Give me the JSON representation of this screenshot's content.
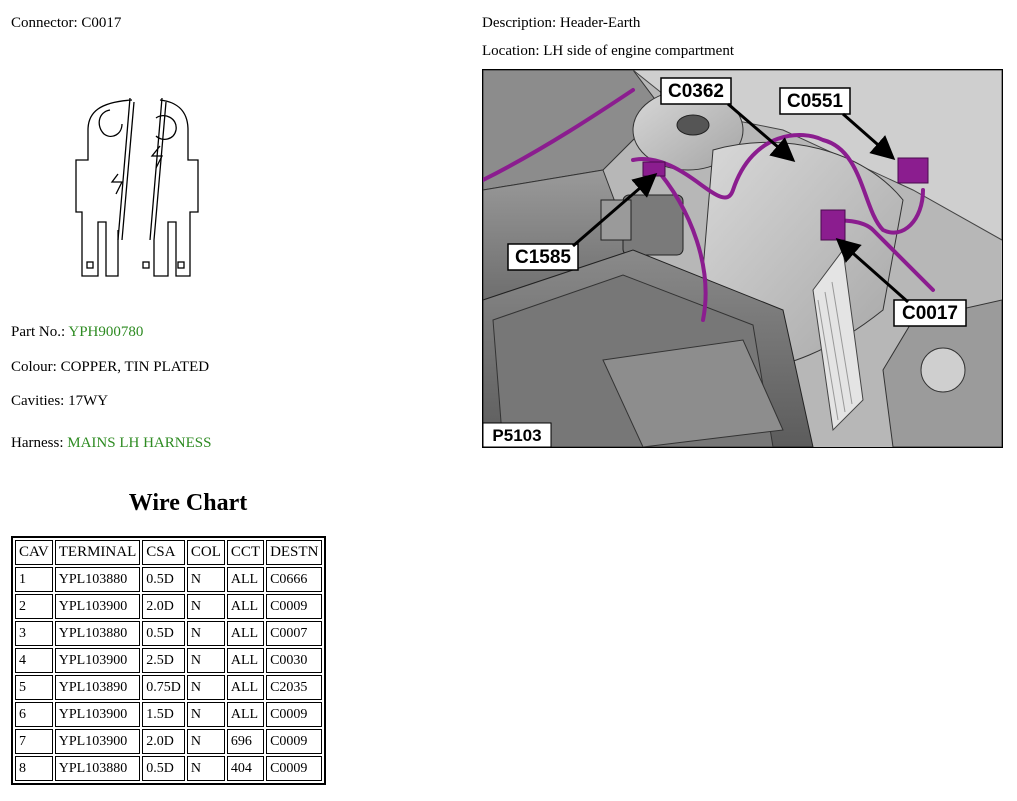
{
  "connector": {
    "label": "Connector:",
    "value": "C0017"
  },
  "description": {
    "label": "Description:",
    "value": "Header-Earth"
  },
  "location": {
    "label": "Location:",
    "value": "LH side of engine compartment"
  },
  "part": {
    "label": "Part No.:",
    "value": "YPH900780"
  },
  "colour": {
    "label": "Colour:",
    "value": "COPPER, TIN PLATED"
  },
  "cavities": {
    "label": "Cavities:",
    "value": "17WY"
  },
  "harness": {
    "label": "Harness:",
    "value": "MAINS LH HARNESS"
  },
  "photo": {
    "callouts": [
      "C0362",
      "C0551",
      "C1585",
      "C0017"
    ],
    "ref": "P5103",
    "harness_color": "#8b1d8f"
  },
  "wire_chart": {
    "title": "Wire Chart",
    "columns": [
      "CAV",
      "TERMINAL",
      "CSA",
      "COL",
      "CCT",
      "DESTN"
    ],
    "rows": [
      [
        "1",
        "YPL103880",
        "0.5D",
        "N",
        "ALL",
        "C0666"
      ],
      [
        "2",
        "YPL103900",
        "2.0D",
        "N",
        "ALL",
        "C0009"
      ],
      [
        "3",
        "YPL103880",
        "0.5D",
        "N",
        "ALL",
        "C0007"
      ],
      [
        "4",
        "YPL103900",
        "2.5D",
        "N",
        "ALL",
        "C0030"
      ],
      [
        "5",
        "YPL103890",
        "0.75D",
        "N",
        "ALL",
        "C2035"
      ],
      [
        "6",
        "YPL103900",
        "1.5D",
        "N",
        "ALL",
        "C0009"
      ],
      [
        "7",
        "YPL103900",
        "2.0D",
        "N",
        "696",
        "C0009"
      ],
      [
        "8",
        "YPL103880",
        "0.5D",
        "N",
        "404",
        "C0009"
      ]
    ]
  }
}
